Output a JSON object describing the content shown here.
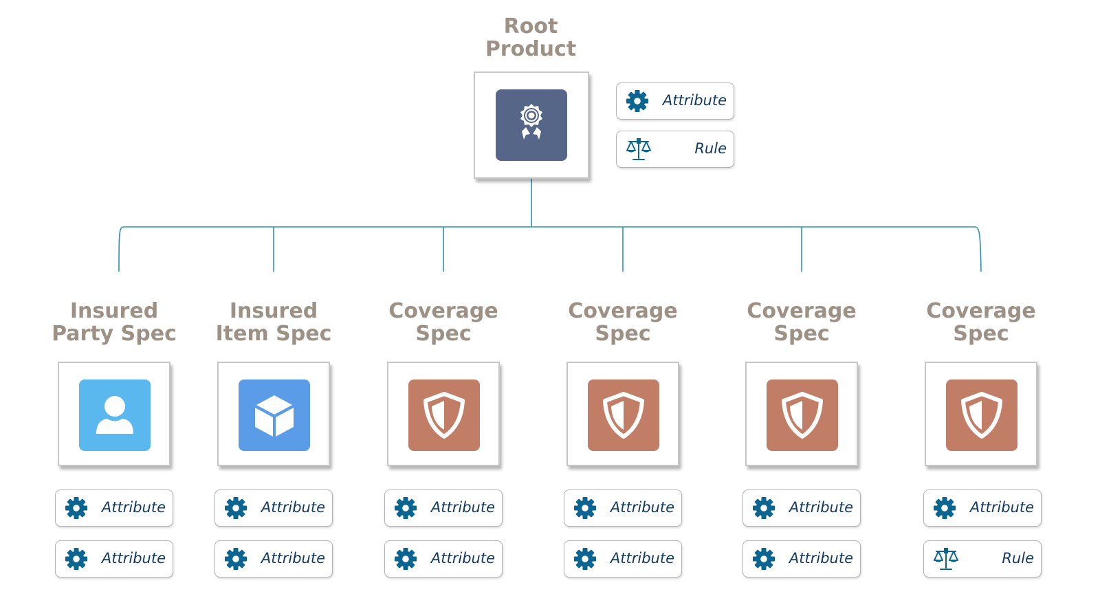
{
  "root": {
    "title_line1": "Root",
    "title_line2": "Product",
    "tile_color": "#566688",
    "icon": "award-ribbon-icon",
    "badges": [
      {
        "icon": "gear-icon",
        "label": "Attribute"
      },
      {
        "icon": "scales-icon",
        "label": "Rule"
      }
    ]
  },
  "children": [
    {
      "title_line1": "Insured",
      "title_line2": "Party Spec",
      "icon": "person-icon",
      "tile_color": "#5ab8ee",
      "badges": [
        {
          "icon": "gear-icon",
          "label": "Attribute"
        },
        {
          "icon": "gear-icon",
          "label": "Attribute"
        }
      ]
    },
    {
      "title_line1": "Insured",
      "title_line2": "Item Spec",
      "icon": "cube-icon",
      "tile_color": "#5b9ce8",
      "badges": [
        {
          "icon": "gear-icon",
          "label": "Attribute"
        },
        {
          "icon": "gear-icon",
          "label": "Attribute"
        }
      ]
    },
    {
      "title_line1": "Coverage",
      "title_line2": "Spec",
      "icon": "shield-icon",
      "tile_color": "#c27d66",
      "badges": [
        {
          "icon": "gear-icon",
          "label": "Attribute"
        },
        {
          "icon": "gear-icon",
          "label": "Attribute"
        }
      ]
    },
    {
      "title_line1": "Coverage",
      "title_line2": "Spec",
      "icon": "shield-icon",
      "tile_color": "#c27d66",
      "badges": [
        {
          "icon": "gear-icon",
          "label": "Attribute"
        },
        {
          "icon": "gear-icon",
          "label": "Attribute"
        }
      ]
    },
    {
      "title_line1": "Coverage",
      "title_line2": "Spec",
      "icon": "shield-icon",
      "tile_color": "#c27d66",
      "badges": [
        {
          "icon": "gear-icon",
          "label": "Attribute"
        },
        {
          "icon": "gear-icon",
          "label": "Attribute"
        }
      ]
    },
    {
      "title_line1": "Coverage",
      "title_line2": "Spec",
      "icon": "shield-icon",
      "tile_color": "#c27d66",
      "badges": [
        {
          "icon": "gear-icon",
          "label": "Attribute"
        },
        {
          "icon": "scales-icon",
          "label": "Rule"
        }
      ]
    }
  ],
  "colors": {
    "title": "#9d9186",
    "connector": "#2e8fb6",
    "badge_icon": "#0c6490",
    "badge_text": "#143a62"
  }
}
